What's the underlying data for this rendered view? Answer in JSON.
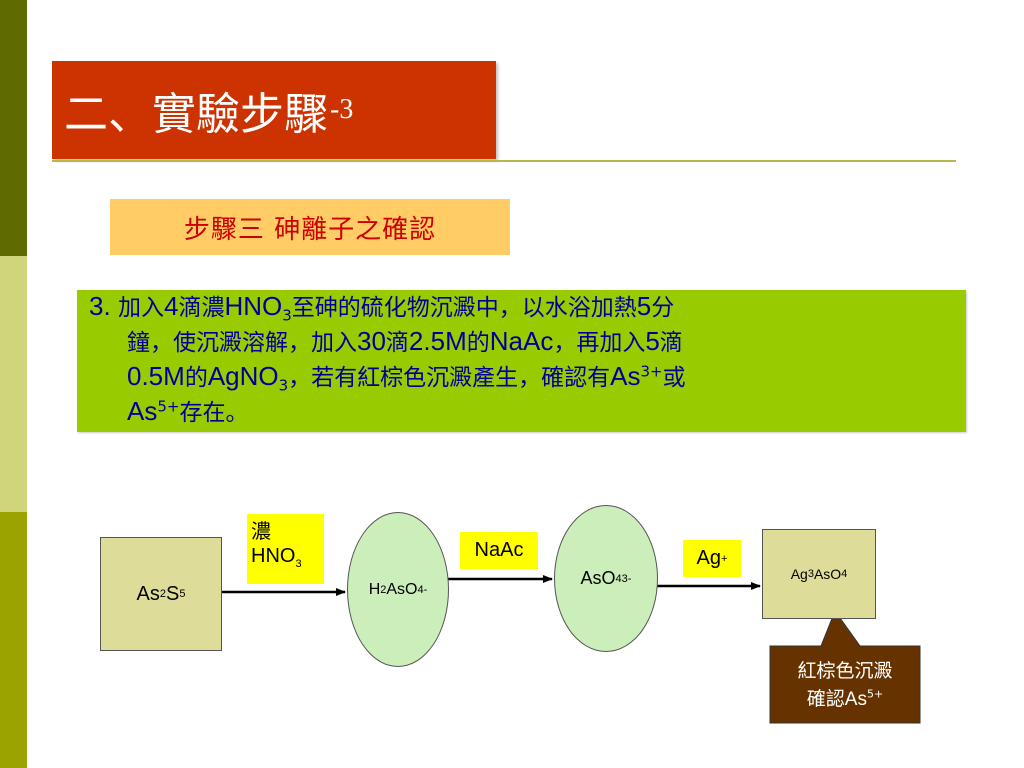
{
  "title": {
    "main": "二、實驗步驟",
    "suffix": "-3"
  },
  "step_label": "步驟三  砷離子之確認",
  "instruction": {
    "number": "3.",
    "line1": {
      "a": "加入",
      "b": "4",
      "c": "滴濃",
      "d": "HNO",
      "d_sub": "3",
      "e": "至砷的硫化物沉澱中，以水浴加熱",
      "f": "5",
      "g": "分"
    },
    "line2": {
      "a": "鐘，使沉澱溶解，加入",
      "b": "30",
      "c": "滴",
      "d": "2.5M",
      "e": "的",
      "f": "NaAc",
      "g": "，再加入",
      "h": "5",
      "i": "滴"
    },
    "line3": {
      "a": "0.5M",
      "b": "的",
      "c": "AgNO",
      "c_sub": "3",
      "d": "，若有紅棕色沉澱產生，確認有",
      "e": "As",
      "e_sup": "3+",
      "f": "或"
    },
    "line4": {
      "a": "As",
      "a_sup": "5+",
      "b": "存在。"
    }
  },
  "diagram": {
    "start": {
      "base": "As",
      "sub1": "2",
      "mid": "S",
      "sub2": "5"
    },
    "reagent1": {
      "line1": "濃",
      "base": "HNO",
      "sub": "3"
    },
    "inter1": {
      "a": "H",
      "sub1": "2",
      "b": "AsO",
      "sub2": "4",
      "sup": "-"
    },
    "reagent2": "NaAc",
    "inter2": {
      "base": "AsO",
      "sub": "4",
      "sup": "3-"
    },
    "reagent3": {
      "base": "Ag",
      "sup": "+"
    },
    "product": {
      "a": "Ag",
      "sub1": "3",
      "b": "AsO",
      "sub2": "4"
    },
    "callout": {
      "line1": "紅棕色沉澱",
      "line2_a": "確認",
      "line2_b": "As",
      "line2_sup": "5+"
    }
  },
  "colors": {
    "title_bg": "#cc3300",
    "step_bg": "#ffcc66",
    "step_text": "#cc0000",
    "instruction_bg": "#99cc00",
    "instruction_text": "#000099",
    "box_fill": "#dddd99",
    "ellipse_fill": "#cceebb",
    "label_fill": "#ffff00",
    "callout_fill": "#663300"
  }
}
